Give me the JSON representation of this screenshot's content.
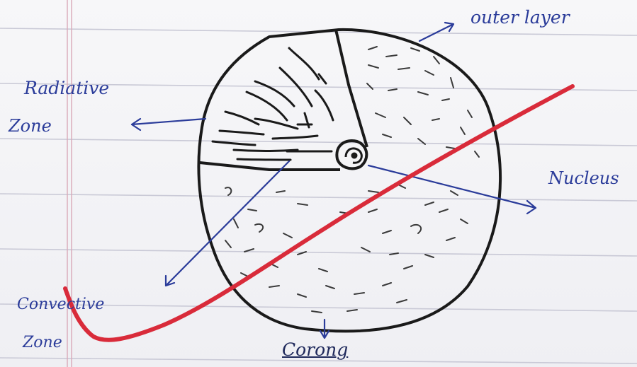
{
  "labels": {
    "outer_layer": "outer layer",
    "radiative_line1": "Radiative",
    "radiative_line2": "Zone",
    "nucleus": "Nucleus",
    "convective_line1": "Convective",
    "convective_line2": "Zone",
    "corona": "Corong"
  },
  "colors": {
    "paper": "#f4f4f6",
    "rule_line": "#c9c9d6",
    "margin_line": "#d9a9b8",
    "ink_black": "#1a1a1a",
    "ink_blue": "#2b3c9a",
    "cross_out_red": "#d92b3a"
  }
}
